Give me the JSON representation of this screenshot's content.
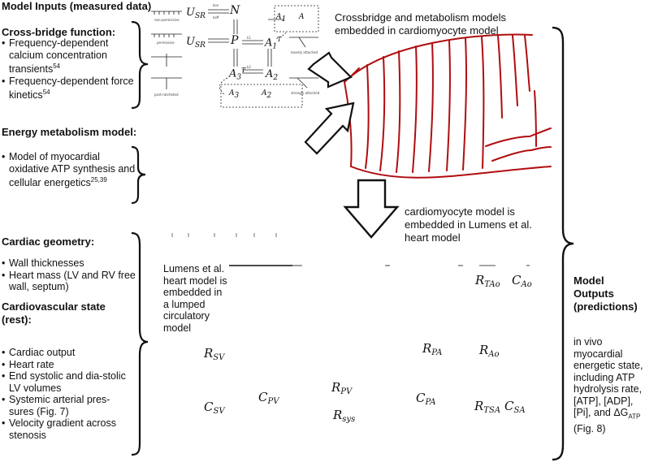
{
  "inputs_title": "Model Inputs (measured data)",
  "crossbridge": {
    "title": "Cross-bridge function:",
    "items": [
      {
        "text": "Frequency-dependent calcium concentration transients",
        "ref": "54"
      },
      {
        "text": "Frequency-dependent force kinetics",
        "ref": "54"
      }
    ]
  },
  "metabolism": {
    "title": "Energy metabolism model:",
    "items": [
      {
        "text": "Model of myocardial oxidative ATP synthesis and cellular energetics",
        "ref": "25,39"
      }
    ]
  },
  "geometry": {
    "title": "Cardiac geometry:",
    "items": [
      "Wall thicknesses",
      "Heart mass (LV and RV free wall, septum)"
    ]
  },
  "cv_state": {
    "title": "Cardiovascular state (rest):",
    "items": [
      "Cardiac output",
      "Heart rate",
      "End systolic and dia-stolic LV volumes",
      "Systemic arterial pres-sures (Fig. 7)",
      "Velocity gradient across stenosis"
    ]
  },
  "cb_diagram": {
    "U_SR": "U",
    "SR": "SR",
    "N": "N",
    "P": "P",
    "A": "A",
    "sub1": "1",
    "sub2": "2",
    "sub3": "3",
    "supT": "T",
    "k_on": "k",
    "on": "on",
    "off": "off",
    "k_off": "k",
    "k1": "k",
    "k2": "k",
    "state_non": "non-permissive",
    "state_perm": "permissive",
    "state_loose": "loosely attached",
    "state_strong": "strongly attached",
    "state_post": "post-ratcheted"
  },
  "notes": {
    "embedded": "Crossbridge and metabolism models embedded in cardiomyocyte model",
    "lumens": "cardiomyocyte model is embedded in Lumens et al. heart model",
    "lumped": "Lumens et al. heart model is embedded in a lumped circulatory model"
  },
  "circuit": {
    "R": "R",
    "C": "C",
    "sv": "SV",
    "pa": "PA",
    "ao": "Ao",
    "tao": "TAo",
    "pv": "PV",
    "sys": "sys",
    "tsa": "TSA",
    "sa": "SA"
  },
  "outputs": {
    "title": "Model Outputs (predictions)",
    "text": "in vivo myocardial energetic state, including ATP hydrolysis rate, [ATP], [ADP], [Pi], and ΔG",
    "sub": "ATP",
    "after": " (Fig. 8)"
  },
  "colors": {
    "muscle": "#b00d10",
    "ink": "#111111"
  }
}
